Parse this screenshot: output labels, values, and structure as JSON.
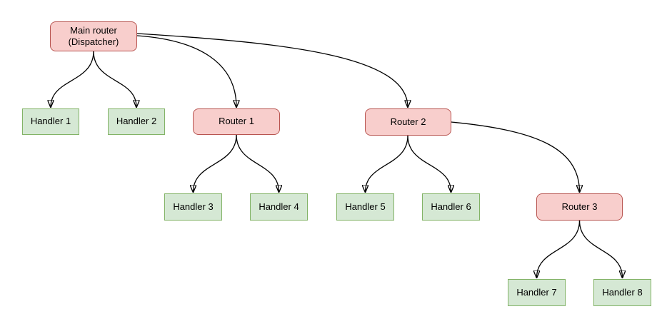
{
  "diagram": {
    "nodes": [
      {
        "id": "main-router",
        "kind": "router",
        "label": "Main router\n(Dispatcher)"
      },
      {
        "id": "handler-1",
        "kind": "handler",
        "label": "Handler 1"
      },
      {
        "id": "handler-2",
        "kind": "handler",
        "label": "Handler 2"
      },
      {
        "id": "router-1",
        "kind": "router",
        "label": "Router 1"
      },
      {
        "id": "router-2",
        "kind": "router",
        "label": "Router 2"
      },
      {
        "id": "handler-3",
        "kind": "handler",
        "label": "Handler 3"
      },
      {
        "id": "handler-4",
        "kind": "handler",
        "label": "Handler 4"
      },
      {
        "id": "handler-5",
        "kind": "handler",
        "label": "Handler 5"
      },
      {
        "id": "handler-6",
        "kind": "handler",
        "label": "Handler 6"
      },
      {
        "id": "router-3",
        "kind": "router",
        "label": "Router 3"
      },
      {
        "id": "handler-7",
        "kind": "handler",
        "label": "Handler 7"
      },
      {
        "id": "handler-8",
        "kind": "handler",
        "label": "Handler 8"
      }
    ],
    "edges": [
      {
        "from": "main-router",
        "to": "handler-1"
      },
      {
        "from": "main-router",
        "to": "handler-2"
      },
      {
        "from": "main-router",
        "to": "router-1"
      },
      {
        "from": "main-router",
        "to": "router-2"
      },
      {
        "from": "router-1",
        "to": "handler-3"
      },
      {
        "from": "router-1",
        "to": "handler-4"
      },
      {
        "from": "router-2",
        "to": "handler-5"
      },
      {
        "from": "router-2",
        "to": "handler-6"
      },
      {
        "from": "router-2",
        "to": "router-3"
      },
      {
        "from": "router-3",
        "to": "handler-7"
      },
      {
        "from": "router-3",
        "to": "handler-8"
      }
    ],
    "colors": {
      "router_fill": "#f8cecc",
      "router_border": "#b85450",
      "handler_fill": "#d5e8d4",
      "handler_border": "#82b366",
      "edge_stroke": "#000000",
      "background": "#ffffff",
      "text": "#000000"
    }
  }
}
